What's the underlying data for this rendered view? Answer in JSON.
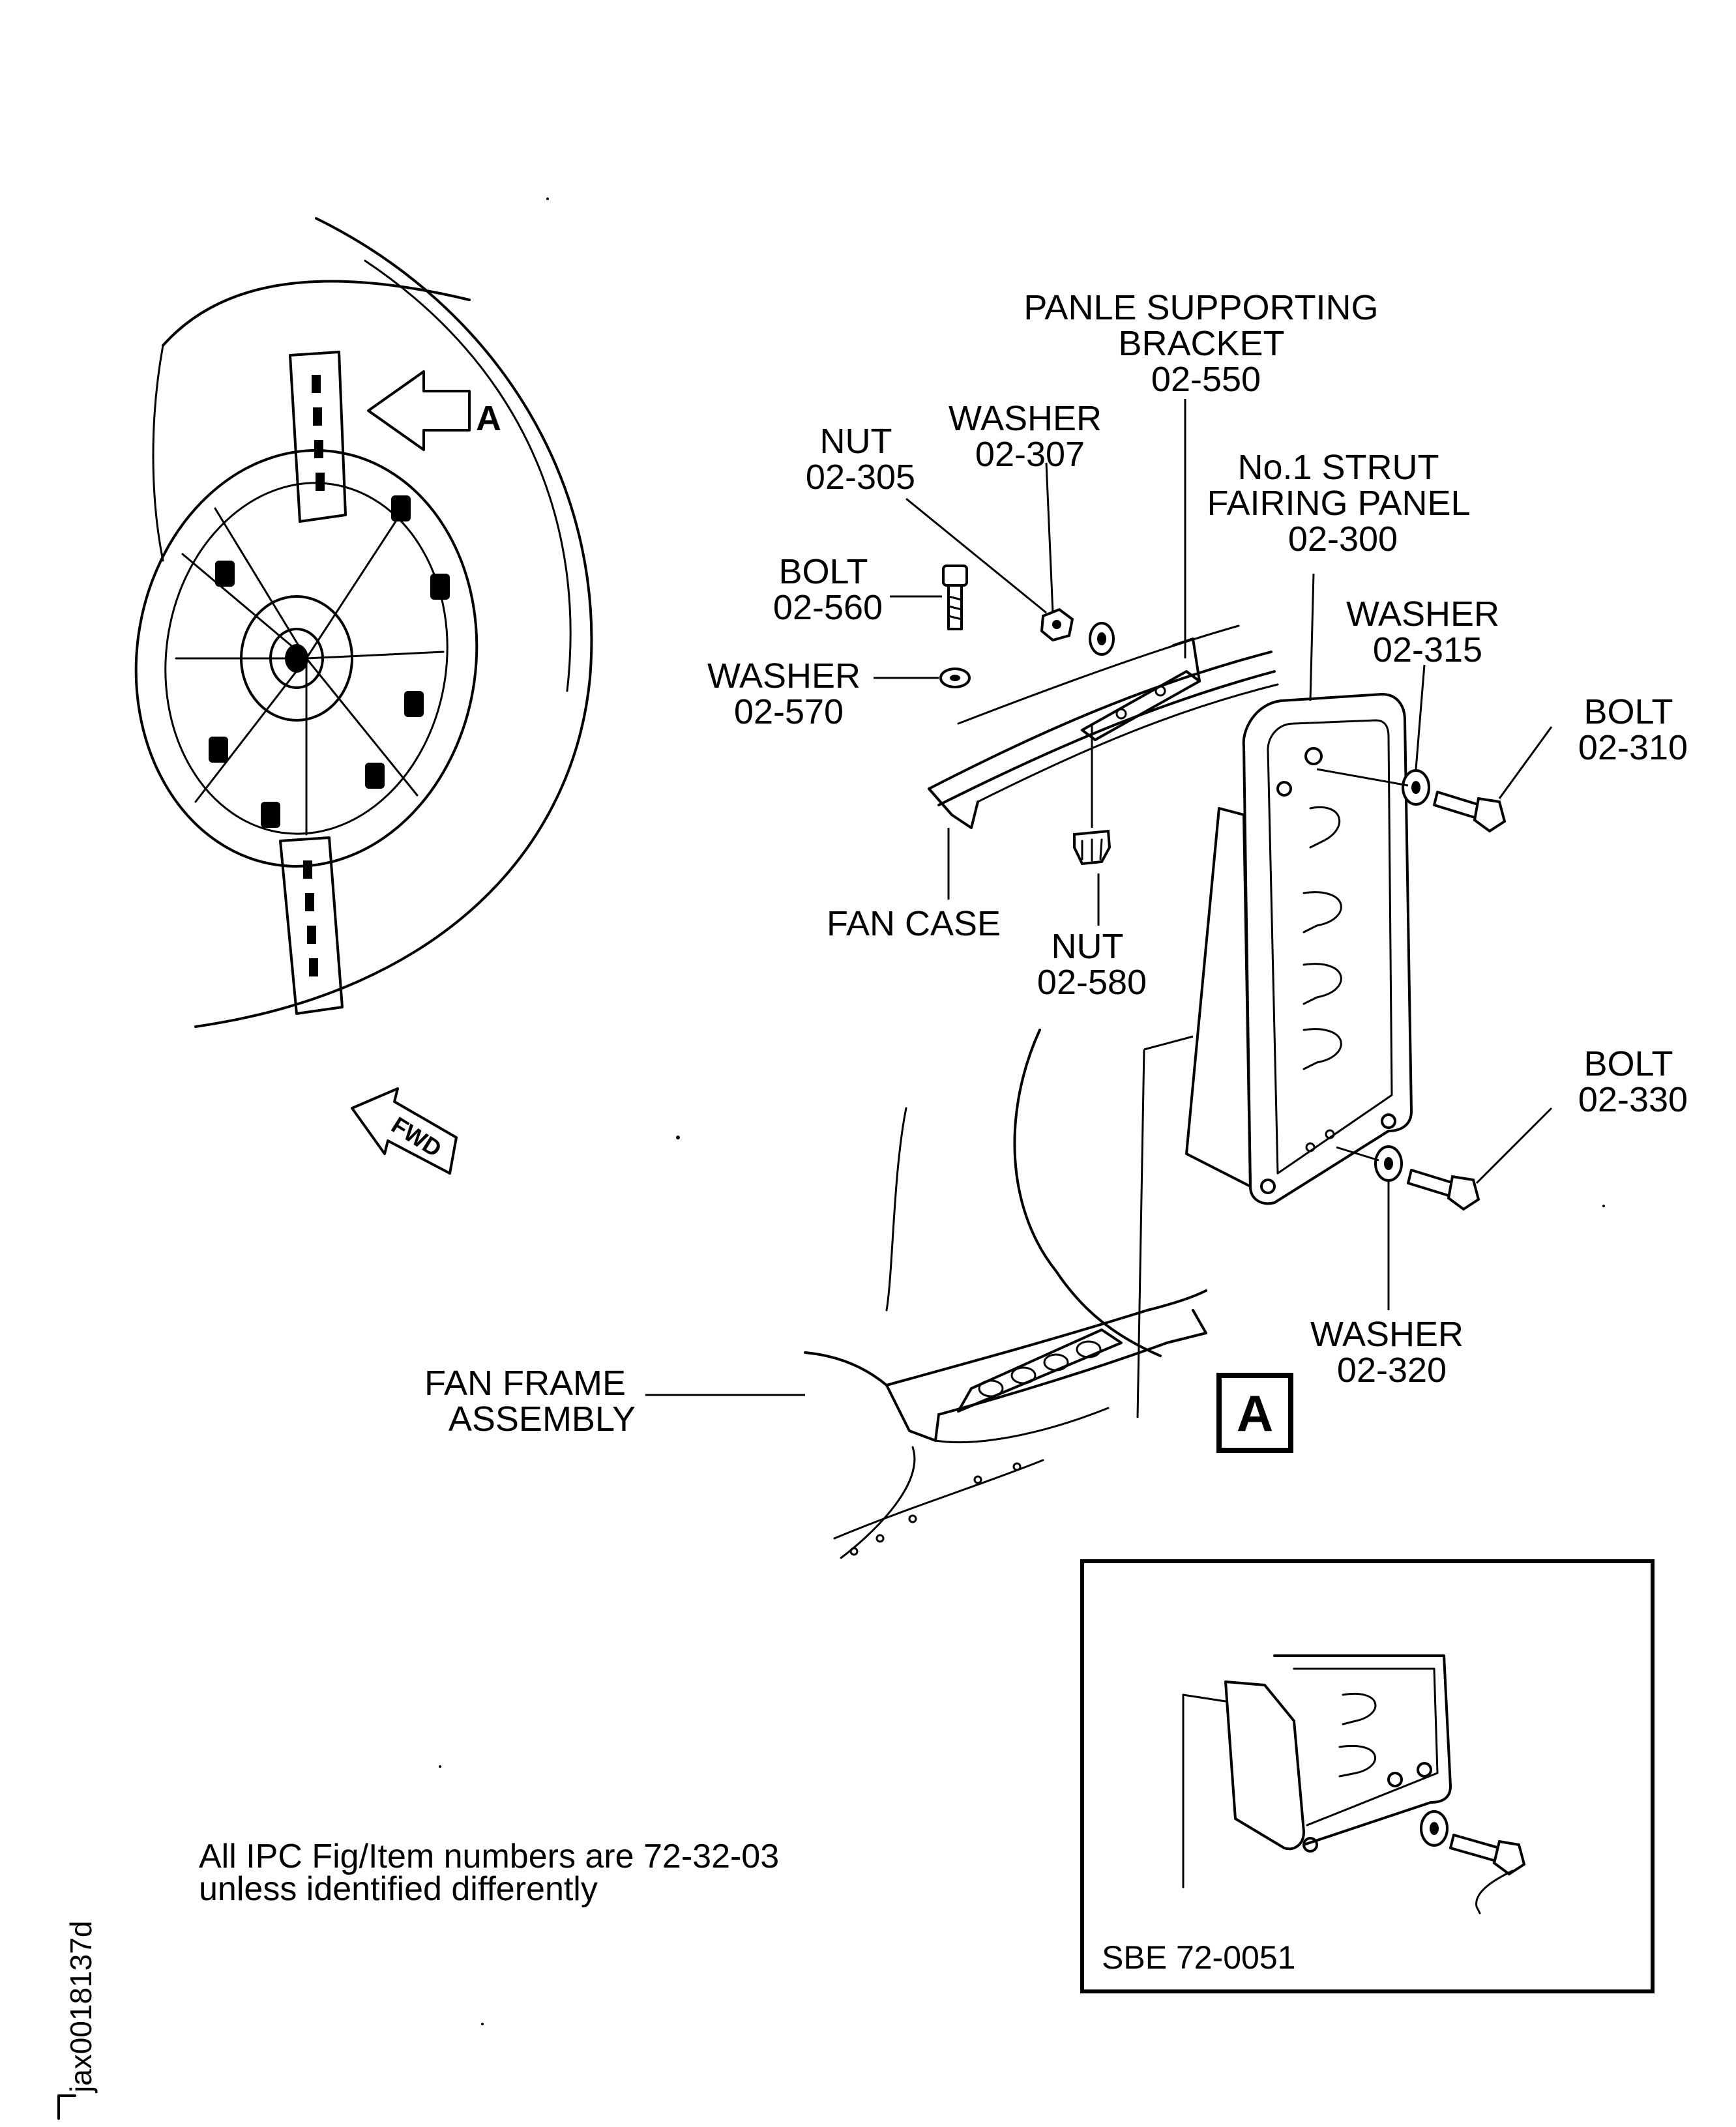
{
  "labels": {
    "bracket": [
      "PANLE SUPPORTING",
      "BRACKET",
      "02-550"
    ],
    "washer_307": [
      "WASHER",
      "02-307"
    ],
    "nut_305": [
      "NUT",
      "02-305"
    ],
    "panel": [
      "No.1 STRUT",
      "FAIRING PANEL",
      "02-300"
    ],
    "bolt_560": [
      "BOLT",
      "02-560"
    ],
    "washer_315": [
      "WASHER",
      "02-315"
    ],
    "bolt_310": [
      "BOLT",
      "02-310"
    ],
    "washer_570": [
      "WASHER",
      "02-570"
    ],
    "fan_case": "FAN CASE",
    "nut_580": [
      "NUT",
      "02-580"
    ],
    "bolt_330": [
      "BOLT",
      "02-330"
    ],
    "washer_320": [
      "WASHER",
      "02-320"
    ],
    "fan_frame": [
      "FAN FRAME",
      "ASSEMBLY"
    ],
    "view_a_arrow": "A",
    "view_a_box": "A",
    "fwd": "FWD"
  },
  "note": {
    "line1": "All IPC Fig/Item numbers are 72-32-03",
    "line2": "unless identified differently"
  },
  "inset": {
    "caption": "SBE 72-0051"
  },
  "figure_id": "jax0018137d"
}
